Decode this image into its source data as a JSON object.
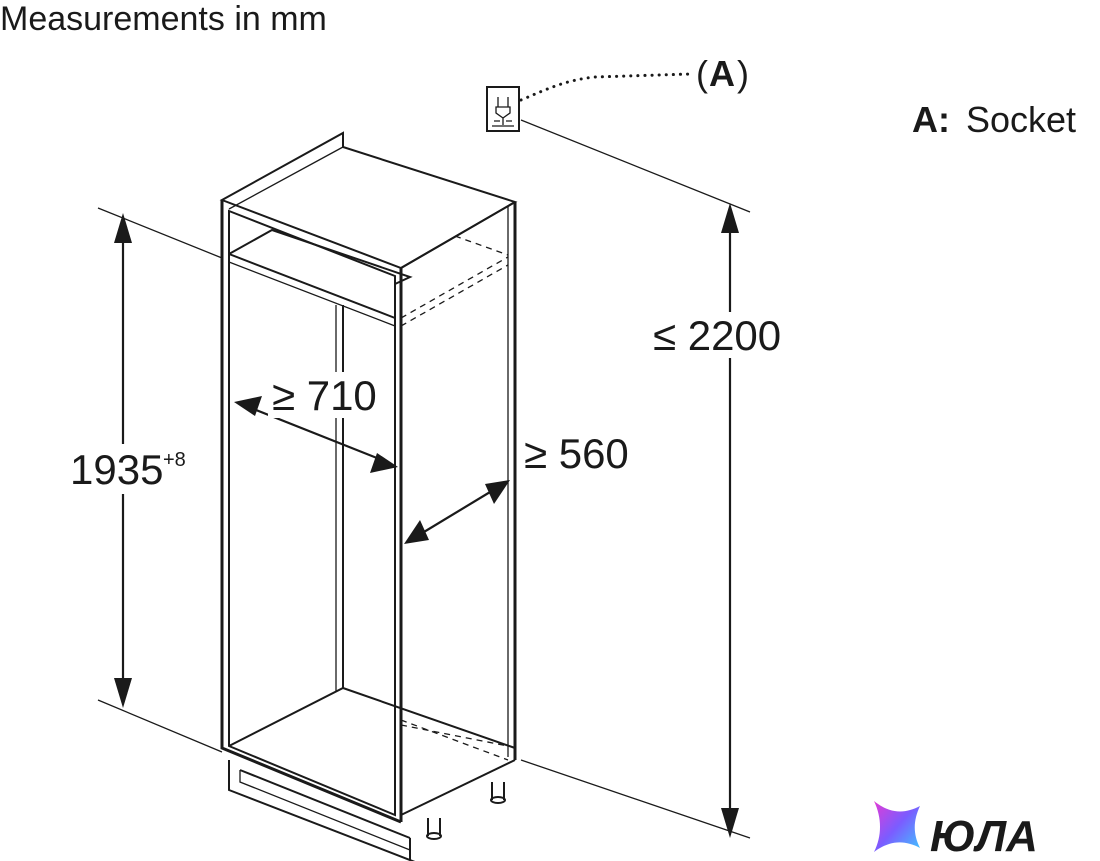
{
  "header": {
    "units_title": "Measurements in mm"
  },
  "legend": {
    "key": "A:",
    "description": "Socket"
  },
  "callout": {
    "label_open": "(",
    "label_key": "A",
    "label_close": ")"
  },
  "dimensions": {
    "niche_height": {
      "value": "1935",
      "tolerance": "+8"
    },
    "niche_depth": {
      "text": "≥ 710"
    },
    "niche_width": {
      "text": "≥ 560"
    },
    "socket_max_height": {
      "text": "≤ 2200"
    }
  },
  "brand": {
    "wordmark": "ЮЛА",
    "colors": {
      "gradient_start": "#e23bd6",
      "gradient_mid": "#7b5cff",
      "gradient_end": "#3fc6ff",
      "wordmark": "#1a1a1a"
    }
  }
}
